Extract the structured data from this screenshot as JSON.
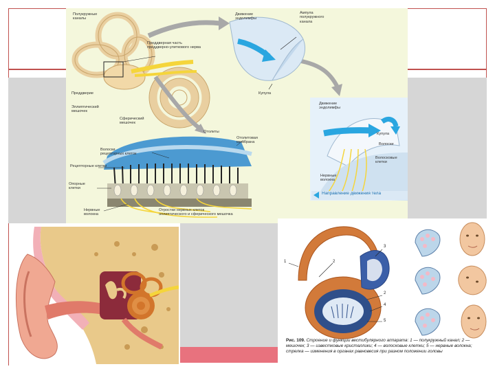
{
  "main_figure": {
    "labels": {
      "semicircular_canals": "Полукружные\nканалы",
      "vestibular_nerve": "Преддверная часть\nпреддверно-улиткового нерва",
      "vestibule": "Преддверие",
      "elliptical_sac": "Эллиптический\nмешочек",
      "spherical_sac": "Сферический\nмешочек",
      "endolymph_motion_top": "Движение\nэндолимфы",
      "ampulla_canal": "Ампула\nполукружного\nканала",
      "cupula_mid": "Купула",
      "endolymph_motion_right": "Движение\nэндолимфы",
      "cupula_right": "Купула",
      "hairs": "Волоски",
      "hair_cells": "Волосковые\nклетки",
      "nerve_fibers": "Нервные\nволокна",
      "head_motion_direction": "Направление движения тела",
      "otoliths": "Отолиты",
      "otolith_membrane": "Отолитовая\nмембрана",
      "receptor_hairs": "Волоски\nрецепторных клеток",
      "receptor_cells": "Рецепторные клетки",
      "supporting_cells": "Опорные\nклетки",
      "nerve_fibers_bottom": "Нервные\nволокна",
      "nerve_branches": "Отростки нервных клеток\nэллиптического и сферического мешочка"
    }
  },
  "vestibular_figure": {
    "numbers": [
      "1",
      "2",
      "3",
      "4",
      "5"
    ],
    "caption_title": "Рис. 109.",
    "caption_text": "Строение и функции вестибулярного аппарата: 1 — полукружный канал; 2 — мешочек; 3 — известковые кристаллики; 4 — волосковые клетки; 5 — нервные волокна; стрелка — изменения в органах равновесия при разном положении головы"
  },
  "colors": {
    "frame_red": "#c0504d",
    "gray_band": "#d6d6d6",
    "pink_bar": "#e8727e",
    "figure_bg": "#f4f7dc",
    "bone": "#f2d9a8",
    "nerve_yellow": "#f5d53b",
    "endolymph_blue": "#2aa6e0",
    "cochlea_orange": "#d2752b"
  }
}
